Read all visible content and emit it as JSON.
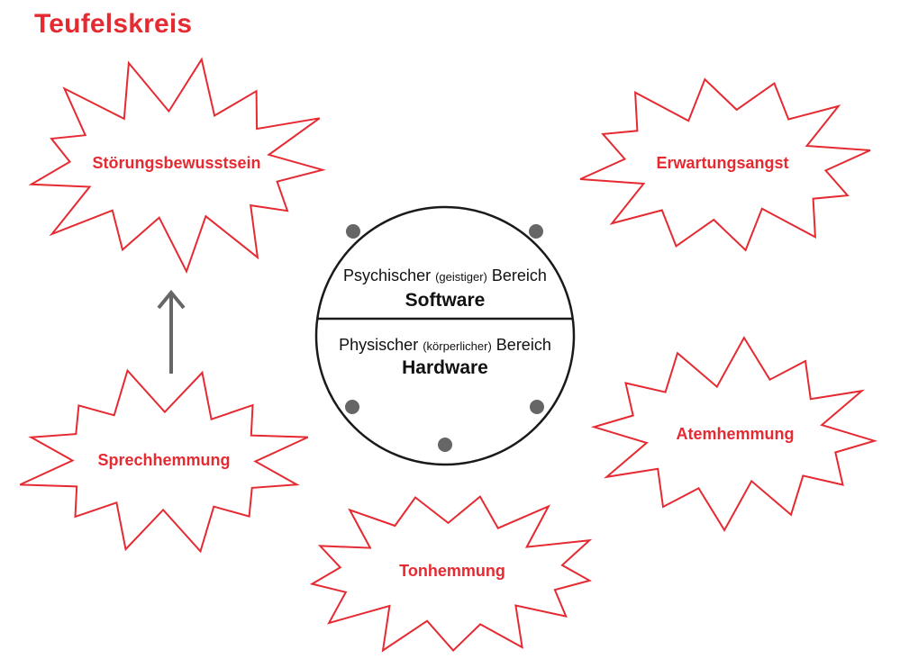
{
  "title": "Teufelskreis",
  "colors": {
    "accent": "#e52a32",
    "circle_stroke": "#1a1a1a",
    "dot": "#666666",
    "arrow": "#666666",
    "text": "#111111"
  },
  "center": {
    "upper_line1_a": "Psychischer",
    "upper_line1_small": "(geistiger)",
    "upper_line1_b": "Bereich",
    "upper_line2": "Software",
    "lower_line1_a": "Physischer",
    "lower_line1_small": "(körperlicher)",
    "lower_line1_b": "Bereich",
    "lower_line2": "Hardware"
  },
  "bursts": [
    {
      "id": "stoerungsbewusstsein",
      "label": "Störungsbewusstsein"
    },
    {
      "id": "erwartungsangst",
      "label": "Erwartungsangst"
    },
    {
      "id": "sprechhemmung",
      "label": "Sprechhemmung"
    },
    {
      "id": "atemhemmung",
      "label": "Atemhemmung"
    },
    {
      "id": "tonhemmung",
      "label": "Tonhemmung"
    }
  ]
}
